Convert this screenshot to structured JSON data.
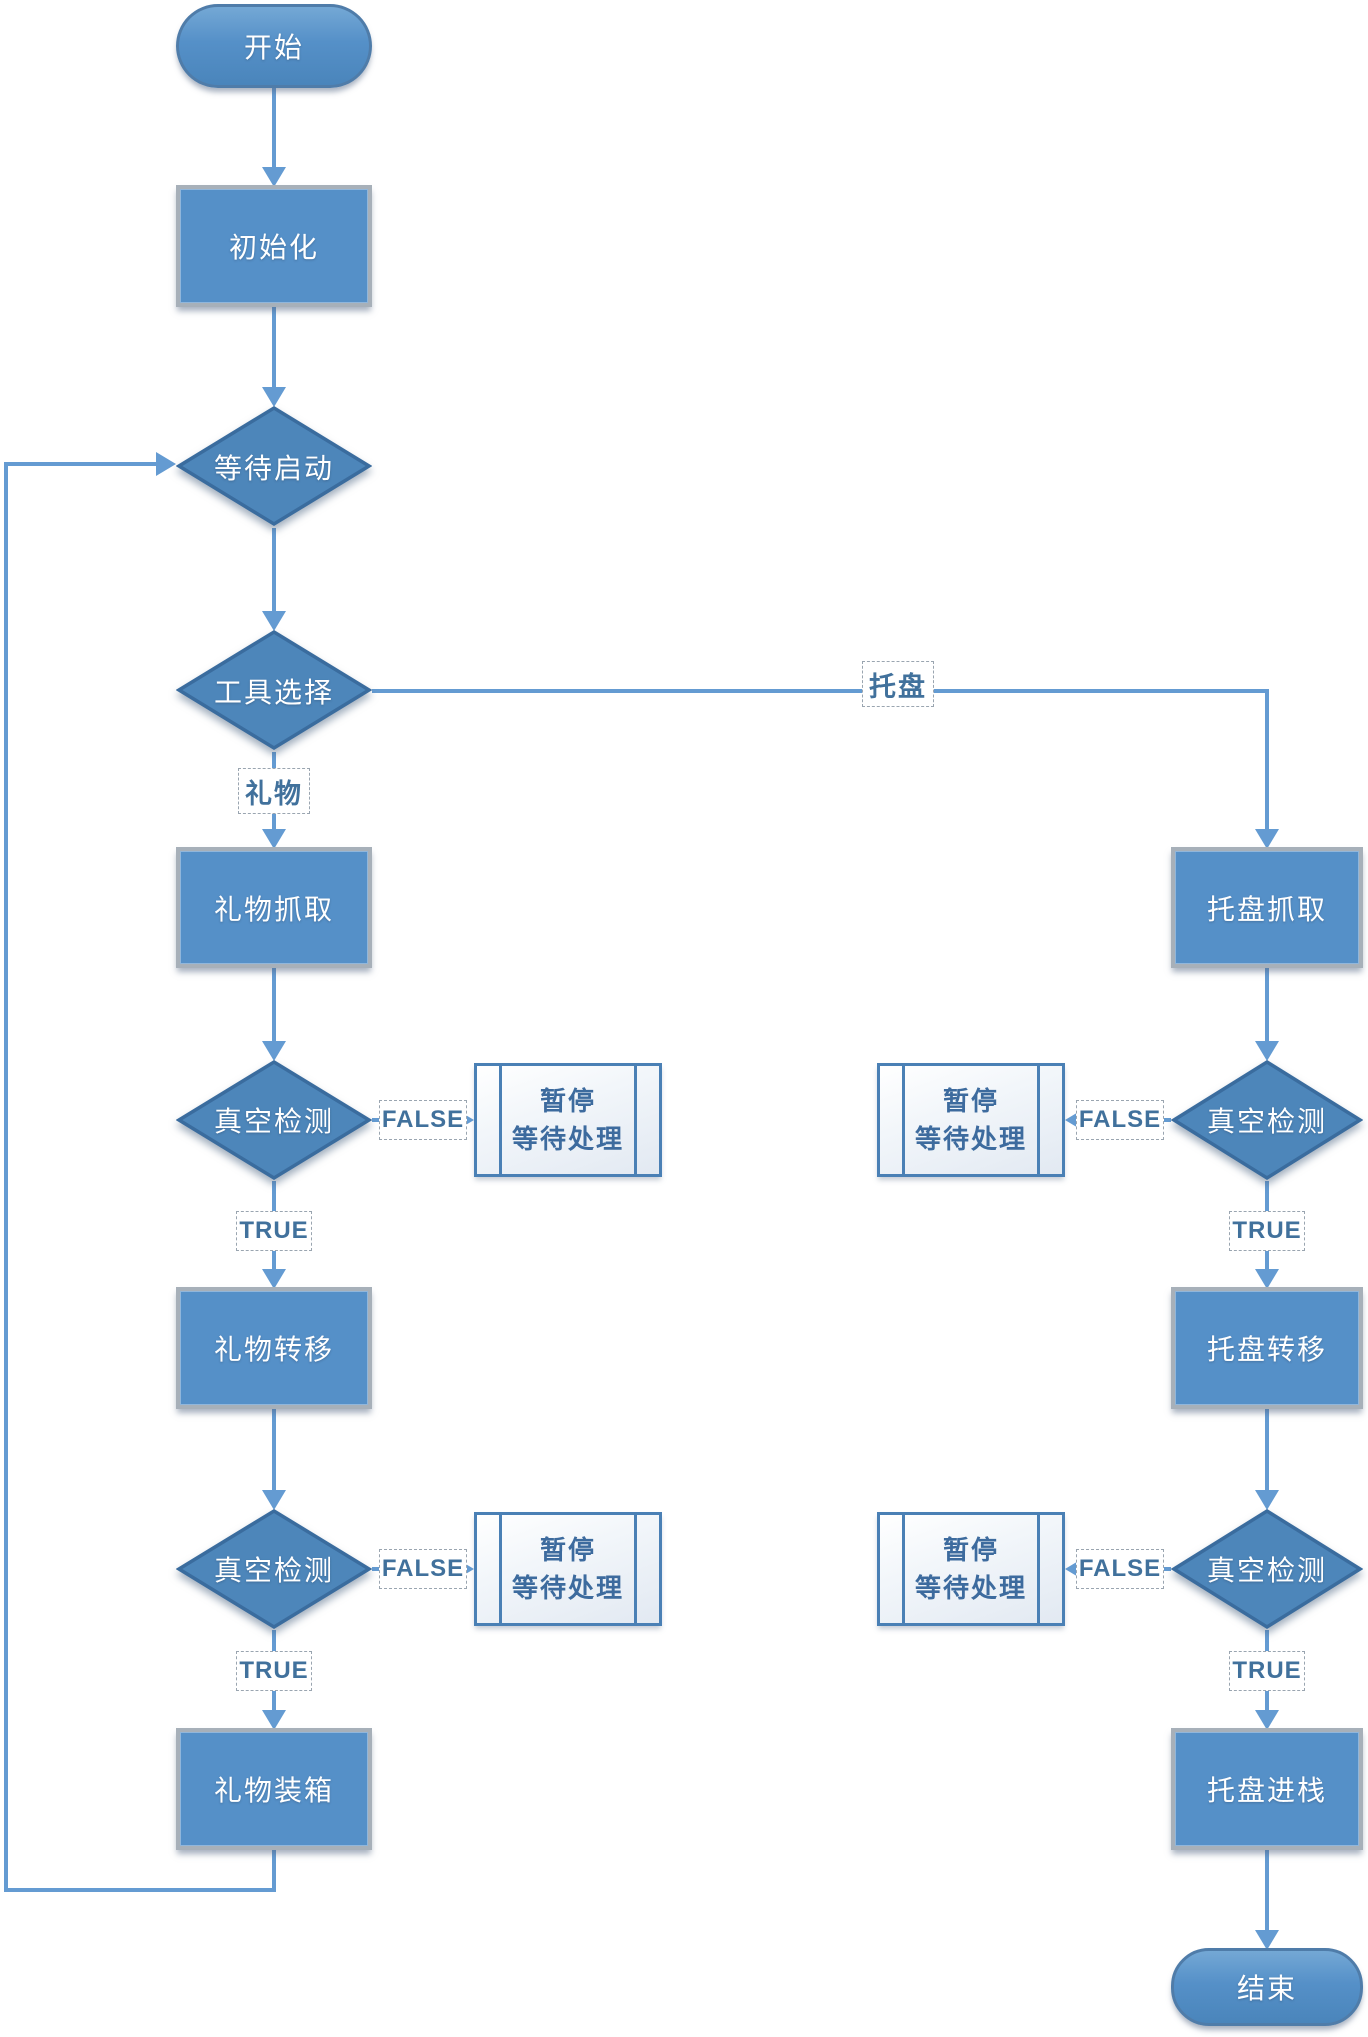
{
  "colors": {
    "node_fill": "#5590c8",
    "diamond_fill": "#4d86ba",
    "diamond_border": "#3a6c9e",
    "rect_border": "#a7b0b9",
    "connector": "#649bd2",
    "label_text": "#41719c",
    "pause_text": "#3d6b9e"
  },
  "nodes": {
    "start": "开始",
    "init": "初始化",
    "wait_start": "等待启动",
    "tool_select": "工具选择",
    "end": "结束"
  },
  "branch_labels": {
    "gift": "礼物",
    "tray": "托盘"
  },
  "decision_labels": {
    "true_label": "TRUE",
    "false_label": "FALSE"
  },
  "vacuum_check": "真空检测",
  "pause_box": {
    "line1": "暂停",
    "line2": "等待处理"
  },
  "gift_branch": {
    "grab": "礼物抓取",
    "transfer": "礼物转移",
    "pack": "礼物装箱"
  },
  "tray_branch": {
    "grab": "托盘抓取",
    "transfer": "托盘转移",
    "stack": "托盘进栈"
  }
}
